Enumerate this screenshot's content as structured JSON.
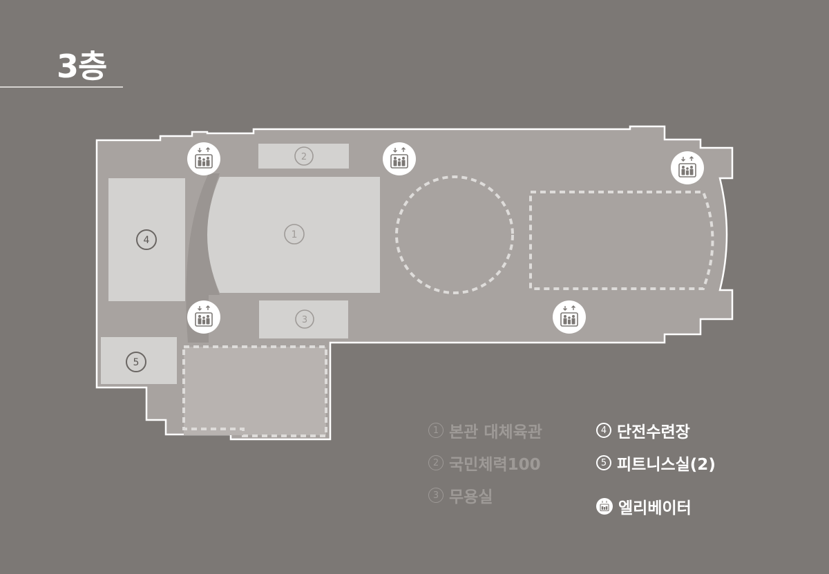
{
  "floor": {
    "title": "3층"
  },
  "map": {
    "room_numbers": {
      "r1": "1",
      "r2": "2",
      "r3": "3",
      "r4": "4",
      "r5": "5"
    },
    "elevator_icon": "elevator-icon"
  },
  "legend": {
    "items": [
      {
        "num": "1",
        "label": "본관 대체육관",
        "active": false
      },
      {
        "num": "2",
        "label": "국민체력100",
        "active": false
      },
      {
        "num": "3",
        "label": "무용실",
        "active": false
      },
      {
        "num": "4",
        "label": "단전수련장",
        "active": true
      },
      {
        "num": "5",
        "label": "피트니스실(2)",
        "active": true
      }
    ],
    "elevator_label": "엘리베이터"
  },
  "colors": {
    "background": "#7c7875",
    "building": "#a8a3a0",
    "room": "#d3d2d0",
    "outline": "#ffffff",
    "dim_text": "#9e9a97"
  }
}
